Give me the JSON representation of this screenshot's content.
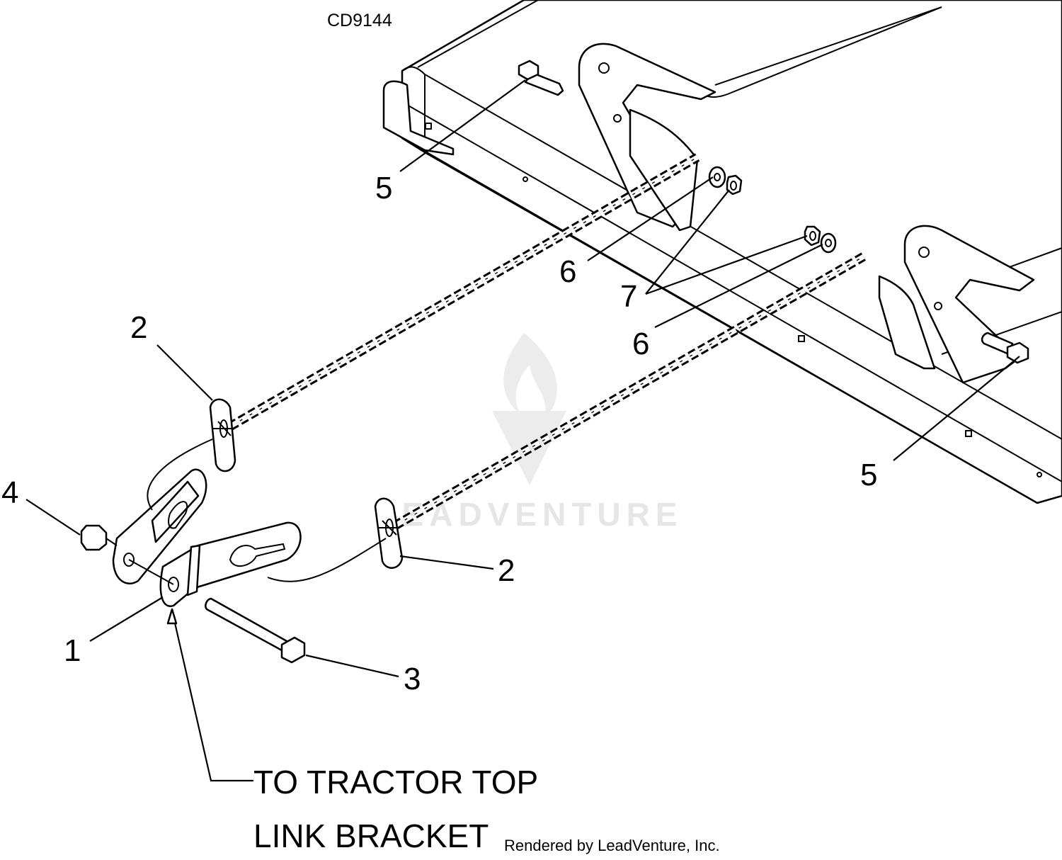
{
  "figure_id": "CD9144",
  "callouts": [
    "1",
    "2",
    "2",
    "3",
    "4",
    "5",
    "5",
    "6",
    "6",
    "7"
  ],
  "caption_line1": "TO TRACTOR TOP",
  "caption_line2": "LINK BRACKET",
  "credit": "Rendered by LeadVenture, Inc.",
  "watermark_text": "LEADVENTURE",
  "colors": {
    "line": "#000000",
    "background": "#ffffff",
    "watermark": "#e6e6e6"
  }
}
